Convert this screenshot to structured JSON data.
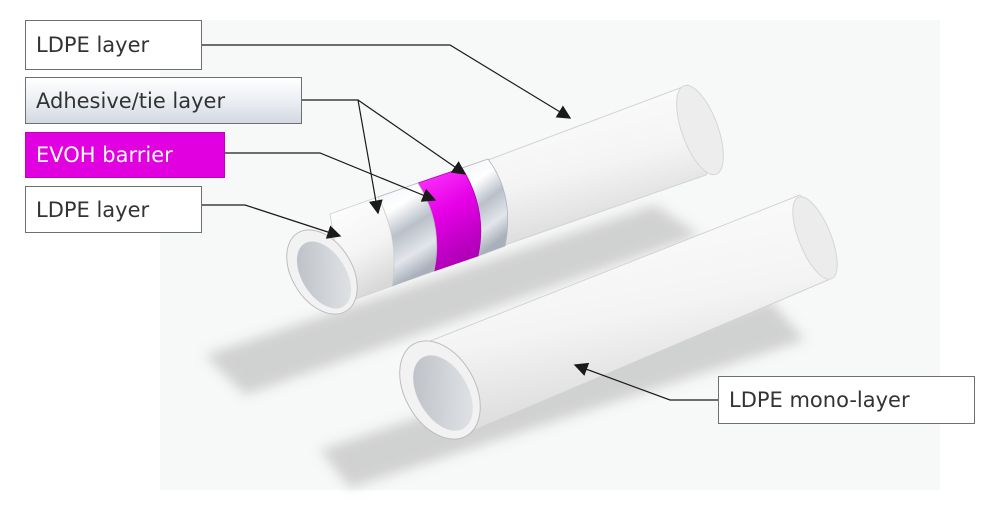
{
  "labels": {
    "ldpe_outer": "LDPE layer",
    "adhesive": "Adhesive/tie layer",
    "evoh": "EVOH barrier",
    "ldpe_inner": "LDPE layer",
    "mono": "LDPE mono-layer"
  },
  "colors": {
    "evoh": "#e600e6",
    "evoh_label_bg": "#e000e0",
    "tube_white": "#f3f3f3",
    "tie_silver": "#c8ced6",
    "shadow": "#c9c9c9",
    "arrow": "#222222"
  }
}
